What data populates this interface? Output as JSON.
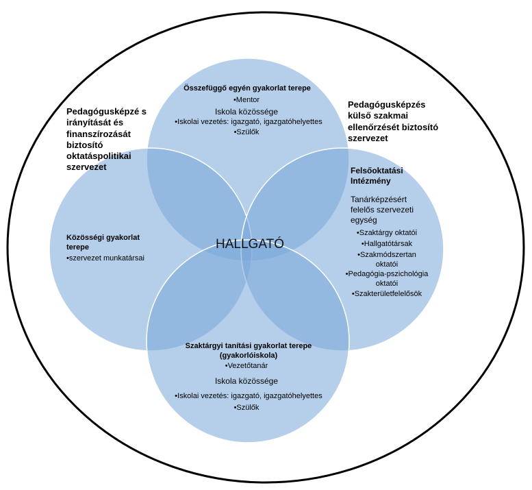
{
  "outer_labels": {
    "left": "Pedagógusképzé s irányítását és finanszírozását biztosító oktatáspolitikai szervezet",
    "right": "Pedagógusképzés külső szakmai ellenőrzését biztosító szervezet"
  },
  "center": "HALLGATÓ",
  "top_circle": {
    "title": "Összefüggő egyén gyakorlat terepe",
    "item1": "•Mentor",
    "community": "Iskola közössége",
    "item2": "•Iskolai vezetés: igazgató, igazgatóhelyettes",
    "item3": "•Szülők"
  },
  "left_circle": {
    "title": "Közösségi gyakorlat terepe",
    "item1": "•szervezet munkatársai"
  },
  "right_circle": {
    "title": "Felsőoktatási Intézmény",
    "unit": "Tanárképzésért felelős szervezeti egység",
    "items": [
      "•Szaktárgy oktatói",
      "•Hallgatótársak",
      "•Szakmódszertan oktatói",
      "•Pedagógia-pszichológia oktatói",
      "•Szakterületfelelősök"
    ]
  },
  "bottom_circle": {
    "title": "Szaktárgyi tanítási gyakorlat terepe (gyakorlóiskola)",
    "item1": "•Vezetőtanár",
    "community": "Iskola közössége",
    "item2": "•Iskolai vezetés: igazgató, igazgatóhelyettes",
    "item3": "•Szülők"
  },
  "colors": {
    "circle_fill": "#79a7d9",
    "outer_stroke": "#000000"
  }
}
